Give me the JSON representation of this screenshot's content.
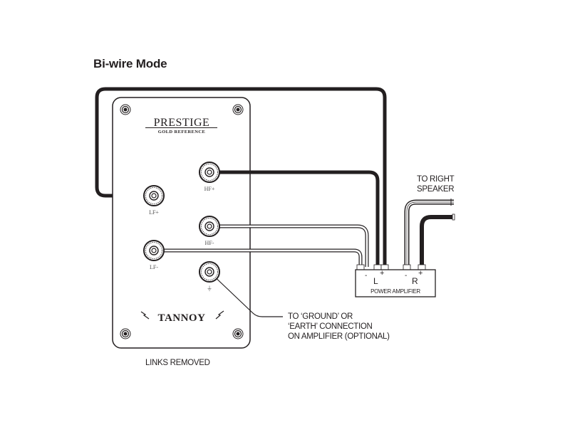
{
  "title": "Bi-wire Mode",
  "panel": {
    "brand_main": "PRESTIGE",
    "brand_sub": "GOLD REFERENCE",
    "logo": "TANNOY",
    "caption": "LINKS REMOVED"
  },
  "terminals": {
    "hf_plus": "HF+",
    "hf_minus": "HF-",
    "lf_plus": "LF+",
    "lf_minus": "LF-",
    "ground": "⏚"
  },
  "amplifier": {
    "label": "POWER AMPLIFIER",
    "left_channel": "L",
    "right_channel": "R",
    "minus": "-",
    "plus": "+"
  },
  "annotations": {
    "right_speaker_line1": "TO RIGHT",
    "right_speaker_line2": "SPEAKER",
    "ground_line1": "TO ‘GROUND’ OR",
    "ground_line2": "‘EARTH’ CONNECTION",
    "ground_line3": "ON AMPLIFIER (OPTIONAL)"
  },
  "colors": {
    "ink": "#231f20",
    "background": "#ffffff"
  }
}
